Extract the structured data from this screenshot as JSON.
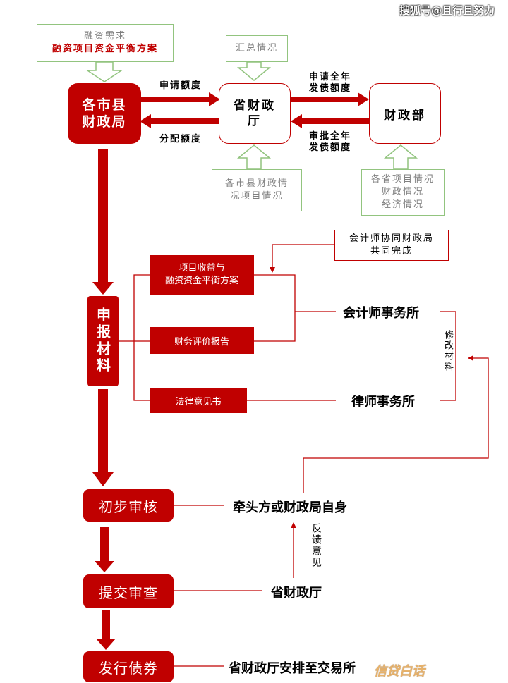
{
  "watermark_top": "搜狐号@且行且努力",
  "watermark_bottom": "信贷白话",
  "top": {
    "demand_note": {
      "line1": "融资需求",
      "line2": "融资项目资金平衡方案"
    },
    "summary_note": "汇总情况",
    "city_bureau": {
      "line1": "各市县",
      "line2": "财政局"
    },
    "prov_dept": {
      "line1": "省财政",
      "line2": "厅"
    },
    "ministry": "财政部",
    "apply_quota": "申请额度",
    "allocate_quota": "分配额度",
    "apply_annual": {
      "line1": "申请全年",
      "line2": "发债额度"
    },
    "approve_annual": {
      "line1": "审批全年",
      "line2": "发债额度"
    },
    "city_info_note": {
      "line1": "各市县财政情",
      "line2": "况项目情况"
    },
    "prov_info_note": {
      "line1": "各省项目情况",
      "line2": "财政情况",
      "line3": "经济情况"
    }
  },
  "materials": {
    "title": "申报材料",
    "cpa_note": {
      "line1": "会计师协同财政局",
      "line2": "共同完成"
    },
    "project_plan": {
      "line1": "项目收益与",
      "line2": "融资资金平衡方案"
    },
    "finance_report": "财务评价报告",
    "legal_opinion": "法律意见书",
    "cpa_firm": "会计师事务所",
    "law_firm": "律师事务所",
    "revise": "修改材料"
  },
  "steps": {
    "review": "初步审核",
    "review_party": "牵头方或财政局自身",
    "feedback": "反馈意见",
    "submit": "提交审查",
    "submit_party": "省财政厅",
    "issue": "发行债券",
    "issue_party": "省财政厅安排至交易所"
  },
  "colors": {
    "primary_red": "#c00000",
    "note_border": "#92c47f"
  }
}
